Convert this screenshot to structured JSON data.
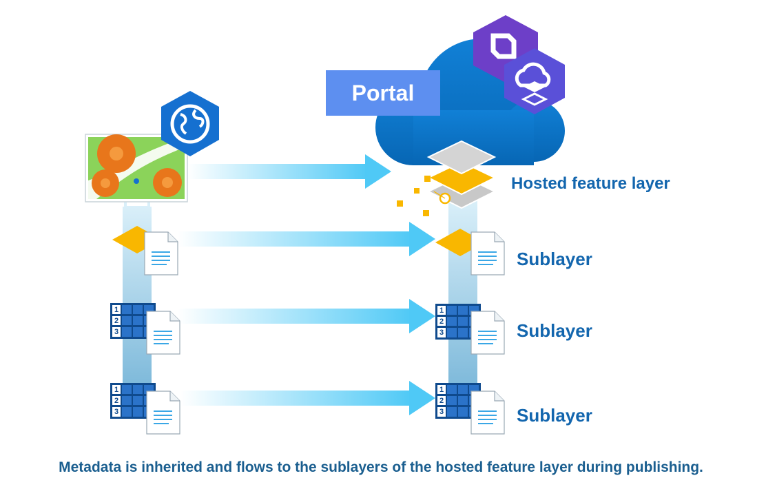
{
  "portal": {
    "label": "Portal"
  },
  "hosted_layer": {
    "label": "Hosted feature layer"
  },
  "sublayers": [
    {
      "label": "Sublayer",
      "kind": "feature-metadata"
    },
    {
      "label": "Sublayer",
      "kind": "table-metadata"
    },
    {
      "label": "Sublayer",
      "kind": "table-metadata"
    }
  ],
  "table_icon_rows": [
    "1",
    "2",
    "3"
  ],
  "caption": "Metadata is inherited and flows to the sublayers of the hosted feature layer during publishing.",
  "colors": {
    "text_blue": "#1366ae",
    "cloud_blue": "#0d72c7",
    "portal_box": "#5d8ff0",
    "arrow_cyan": "#4fc9f6",
    "feature_orange": "#f9b700",
    "table_navy": "#0f4a8d",
    "icon_purple": "#6d3fc8",
    "globe_blue": "#1570d0"
  },
  "icons": [
    "web-map-icon",
    "globe-app-icon",
    "portal-app-icon",
    "cloud-layer-app-icon",
    "layer-stack-icon",
    "feature-class-icon",
    "table-icon",
    "metadata-document-icon",
    "arrow-icon"
  ]
}
